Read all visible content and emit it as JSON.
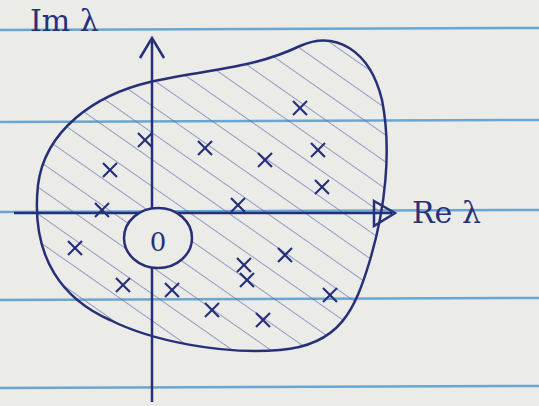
{
  "diagram": {
    "nodes": [
      {
        "text": [
          "0"
        ]
      }
    ],
    "labels": [
      "Im λ",
      "Re λ"
    ]
  }
}
